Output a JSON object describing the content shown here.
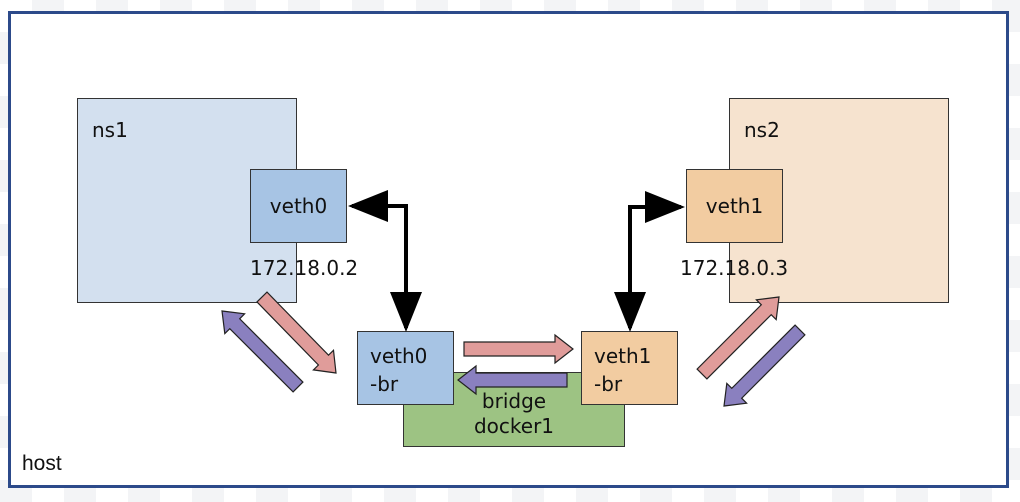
{
  "host": {
    "label": "host",
    "border_color": "#2c4a8a"
  },
  "namespaces": [
    {
      "id": "ns1",
      "label": "ns1",
      "fill": "#d3e0ef",
      "interface": {
        "label": "veth0",
        "ip": "172.18.0.2",
        "fill": "#a7c4e4"
      }
    },
    {
      "id": "ns2",
      "label": "ns2",
      "fill": "#f6e3cf",
      "interface": {
        "label": "veth1",
        "ip": "172.18.0.3",
        "fill": "#f2cca1"
      }
    }
  ],
  "bridge": {
    "line1": "bridge",
    "line2": "docker1",
    "fill": "#9dc383",
    "ports": [
      {
        "line1": "veth0",
        "line2": "-br",
        "fill": "#a7c4e4"
      },
      {
        "line1": "veth1",
        "line2": "-br",
        "fill": "#f2cca1"
      }
    ]
  },
  "flows": {
    "outbound_color": "#e09c9a",
    "inbound_color": "#8a80bf",
    "link_color": "#000000"
  }
}
